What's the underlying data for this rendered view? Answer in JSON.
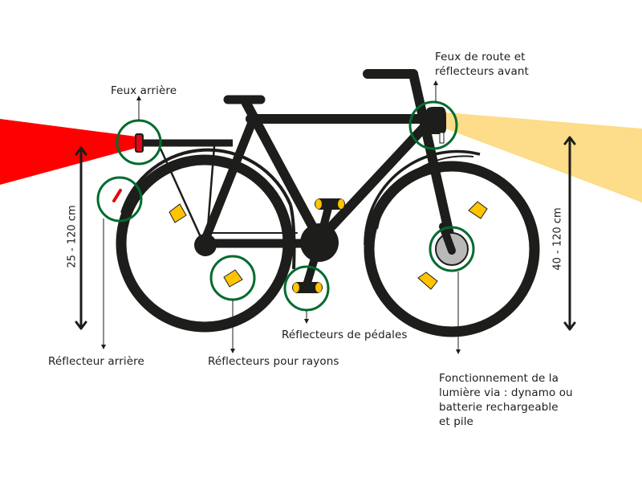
{
  "diagram": {
    "language": "fr",
    "colors": {
      "frame": "#1d1d1b",
      "rear_light_beam": "#ff0000",
      "front_light_beam": "#fddc8a",
      "highlight_circle": "#006b2e",
      "reflector": "#ffc300",
      "hub": "#b9b9b9",
      "rear_reflector": "#e30613"
    },
    "labels": {
      "rear_light": "Feux arrière",
      "front_light_line1": "Feux de route et",
      "front_light_line2": "réflecteurs avant",
      "rear_reflector": "Réflecteur arrière",
      "spoke_reflectors": "Réflecteurs pour rayons",
      "pedal_reflectors": "Réflecteurs de pédales",
      "lighting_line1": "Fonctionnement de la",
      "lighting_line2": "lumière via : dynamo ou",
      "lighting_line3": "batterie rechargeable",
      "lighting_line4": "et pile"
    },
    "measurements": {
      "rear_height": "25 - 120 cm",
      "front_height": "40 - 120 cm"
    },
    "icons": {
      "rear_light": "rear-light-icon",
      "front_light": "front-light-icon",
      "hub_dynamo": "hub-dynamo-icon",
      "spoke_reflector": "spoke-reflector-icon",
      "pedal": "pedal-icon"
    }
  }
}
